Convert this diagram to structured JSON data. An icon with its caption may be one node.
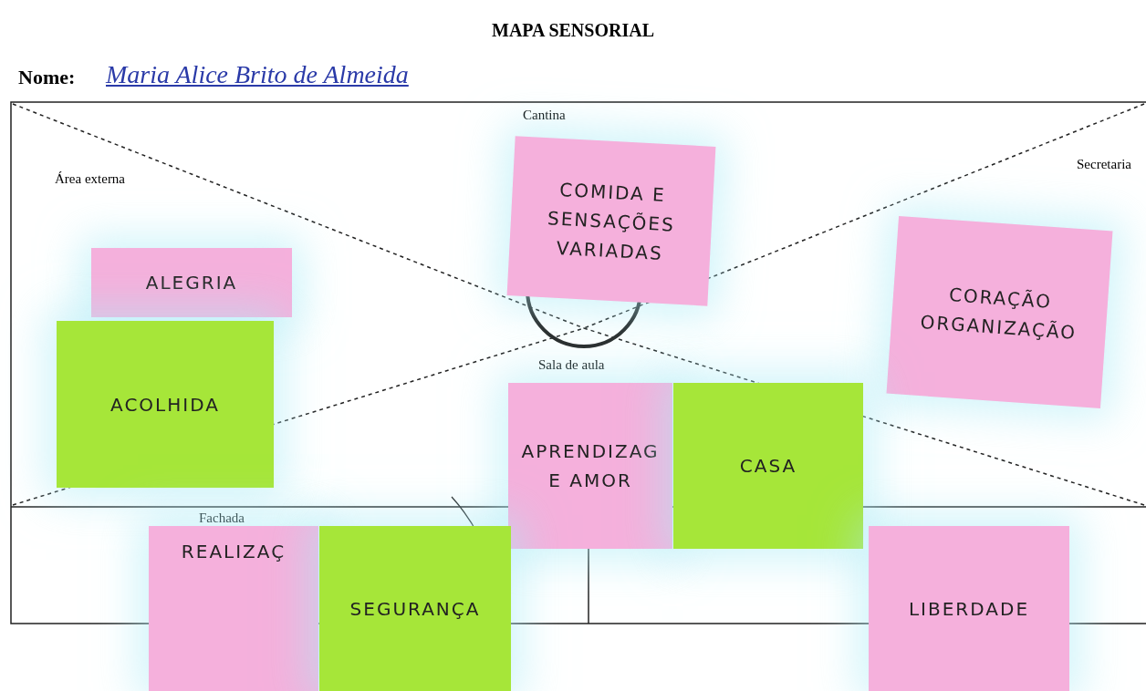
{
  "diagram": {
    "title": "MAPA SENSORIAL",
    "nodes": [
      {
        "text": [
          "COMIDA E SENSAÇÕES VARIADAS"
        ]
      },
      {
        "text": [
          "ALEGRIA"
        ]
      },
      {
        "text": [
          "CORAÇÃO ORGANIZAÇÃO"
        ]
      },
      {
        "text": [
          "ACOLHIDA"
        ]
      },
      {
        "text": [
          "APRENDIZAG E AMOR"
        ]
      },
      {
        "text": [
          "CASA"
        ]
      },
      {
        "text": [
          "REALIZAÇ"
        ]
      },
      {
        "text": [
          "SEGURANÇA"
        ]
      },
      {
        "text": [
          "LIBERDADE"
        ]
      }
    ],
    "labels": [
      "Nome:",
      "Maria Alice Brito de Almeida",
      "Cantina",
      "Área externa",
      "Secretaria",
      "Sala de aula",
      "Fachada"
    ]
  }
}
